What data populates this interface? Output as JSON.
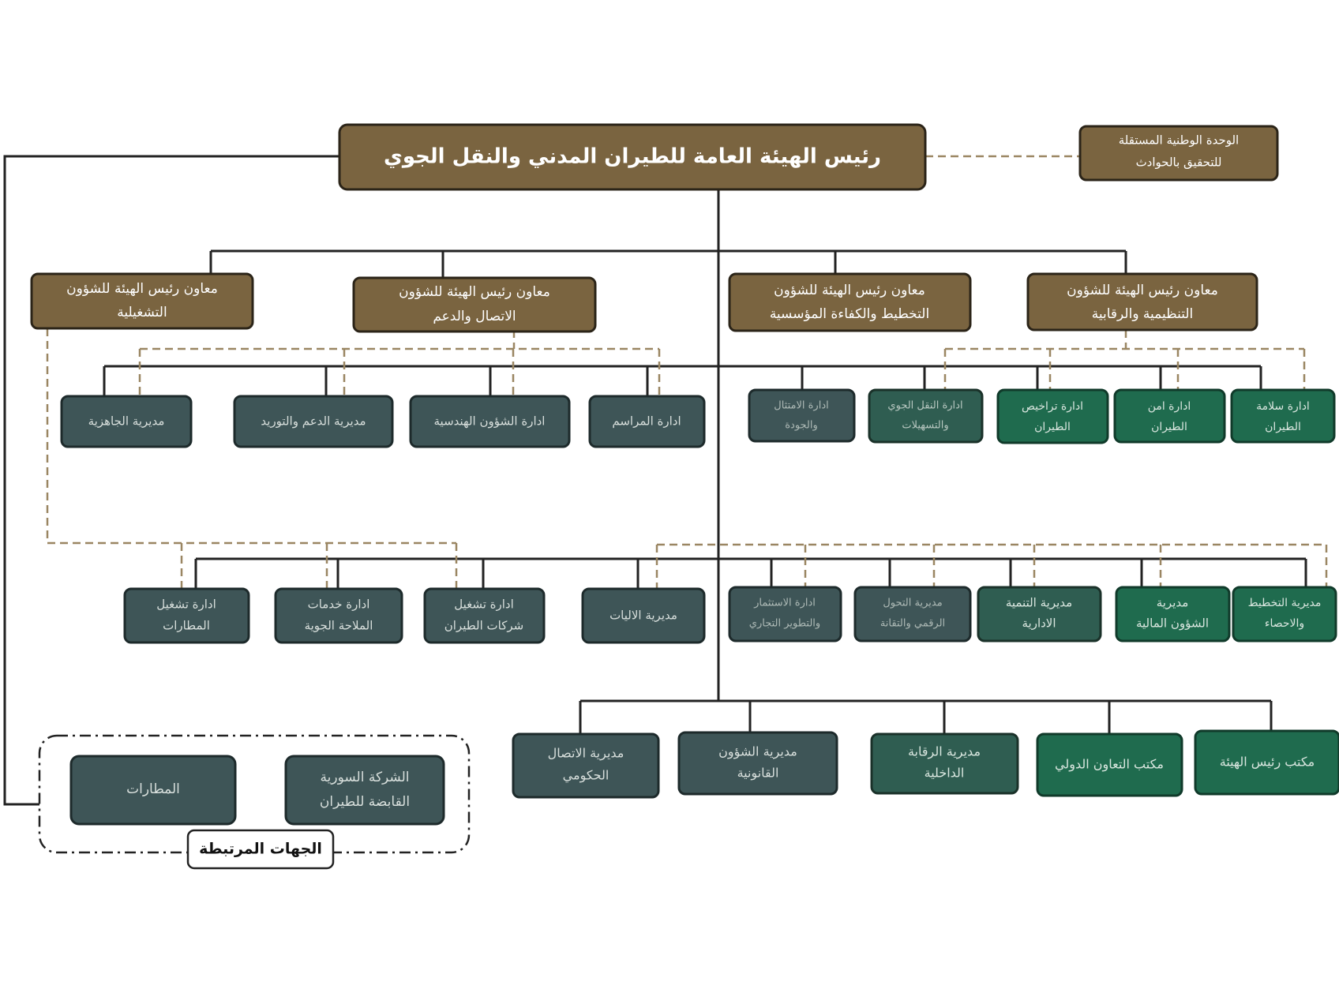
{
  "colors": {
    "brown": "#7a6440",
    "dark_teal": "#3e5557",
    "teal": "#2f5d51",
    "green": "#1f6b4e",
    "line": "#222222",
    "dashed": "#9a8662",
    "white_text": "#ffffff",
    "dim_text": "#c9d3cf"
  },
  "president": "رئيس الهيئة العامة للطيران المدني والنقل الجوي",
  "investigation_unit": {
    "line1": "الوحدة الوطنية المستقلة",
    "line2": "للتحقيق بالحوادث"
  },
  "deputies": {
    "operational": {
      "line1": "معاون رئيس الهيئة للشؤون",
      "line2": "التشغيلية"
    },
    "communication": {
      "line1": "معاون رئيس الهيئة للشؤون",
      "line2": "الاتصال والدعم"
    },
    "planning": {
      "line1": "معاون رئيس الهيئة للشؤون",
      "line2": "التخطيط والكفاءة المؤسسية"
    },
    "regulatory": {
      "line1": "معاون رئيس الهيئة للشؤون",
      "line2": "التنظيمية والرقابية"
    }
  },
  "row1": {
    "readiness": {
      "line1": "مديرية الجاهزية"
    },
    "support": {
      "line1": "مديرية الدعم والتوريد"
    },
    "engineering": {
      "line1": "ادارة الشؤون الهندسية"
    },
    "protocol": {
      "line1": "ادارة المراسم"
    },
    "compliance": {
      "line1": "ادارة الامتثال",
      "line2": "والجودة"
    },
    "air_transport": {
      "line1": "ادارة النقل الجوي",
      "line2": "والتسهيلات"
    },
    "licensing": {
      "line1": "ادارة تراخيص",
      "line2": "الطيران"
    },
    "security": {
      "line1": "ادارة امن",
      "line2": "الطيران"
    },
    "safety": {
      "line1": "ادارة سلامة",
      "line2": "الطيران"
    }
  },
  "row2": {
    "airports_op": {
      "line1": "ادارة تشغيل",
      "line2": "المطارات"
    },
    "air_nav": {
      "line1": "ادارة خدمات",
      "line2": "الملاحة الجوية"
    },
    "airlines_op": {
      "line1": "ادارة تشغيل",
      "line2": "شركات الطيران"
    },
    "vehicles": {
      "line1": "مديرية الاليات"
    },
    "investment": {
      "line1": "ادارة الاستثمار",
      "line2": "والتطوير التجاري"
    },
    "digital": {
      "line1": "مديرية التحول",
      "line2": "الرقمي والتقانة"
    },
    "admin_dev": {
      "line1": "مديرية التنمية",
      "line2": "الادارية"
    },
    "finance": {
      "line1": "مديرية",
      "line2": "الشؤون المالية"
    },
    "planning_stats": {
      "line1": "مديرية التخطيط",
      "line2": "والاحصاء"
    }
  },
  "row3": {
    "gov_comm": {
      "line1": "مديرية الاتصال",
      "line2": "الحكومي"
    },
    "legal": {
      "line1": "مديرية الشؤون",
      "line2": "القانونية"
    },
    "internal_audit": {
      "line1": "مديرية الرقابة",
      "line2": "الداخلية"
    },
    "intl_coop": {
      "line1": "مكتب التعاون الدولي"
    },
    "president_office": {
      "line1": "مكتب رئيس الهيئة"
    }
  },
  "related": {
    "label": "الجهات المرتبطة",
    "airports": {
      "line1": "المطارات"
    },
    "holding": {
      "line1": "الشركة السورية",
      "line2": "القابضة للطيران"
    }
  }
}
